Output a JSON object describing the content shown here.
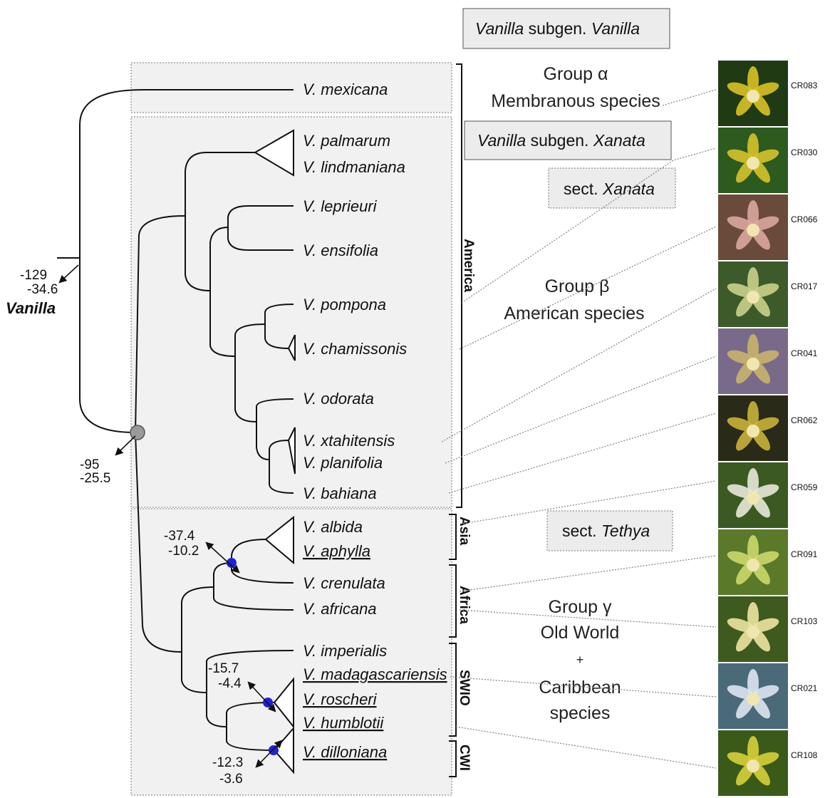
{
  "taxa": {
    "mexicana": "V. mexicana",
    "palmarum": "V. palmarum",
    "lindmaniana": "V. lindmaniana",
    "leprieuri": "V. leprieuri",
    "ensifolia": "V. ensifolia",
    "pompona": "V. pompona",
    "chamissonis": "V. chamissonis",
    "odorata": "V. odorata",
    "xtahitensis": "V. xtahitensis",
    "planifolia": "V. planifolia",
    "bahiana": "V. bahiana",
    "albida": "V. albida",
    "aphylla": "V. aphylla",
    "crenulata": "V. crenulata",
    "africana": "V. africana",
    "imperialis": "V. imperialis",
    "madagascariensis": "V. madagascariensis",
    "roscheri": "V. roscheri",
    "humblotii": "V. humblotii",
    "dilloniana": "V. dilloniana"
  },
  "genus_label": "Vanilla",
  "node_ages": {
    "root_a": "-129",
    "root_b": "-34.6",
    "crown_a": "-95",
    "crown_b": "-25.5",
    "asia_a": "-37.4",
    "asia_b": "-10.2",
    "swio_a": "-15.7",
    "swio_b": "-4.4",
    "cwi_a": "-12.3",
    "cwi_b": "-3.6"
  },
  "regions": {
    "america": "America",
    "asia": "Asia",
    "africa": "Africa",
    "swio": "SWIO",
    "cwi": "CWI"
  },
  "boxes": {
    "subgen_vanilla_italic": "Vanilla",
    "subgen_vanilla_mid": " subgen. ",
    "subgen_vanilla_end": "Vanilla",
    "subgen_xanata_italic": "Vanilla",
    "subgen_xanata_mid": " subgen. ",
    "subgen_xanata_end": "Xanata",
    "sect_xanata_pre": "sect. ",
    "sect_xanata_italic": "Xanata",
    "sect_tethya_pre": "sect. ",
    "sect_tethya_italic": "Tethya"
  },
  "groups": {
    "alpha_title": "Group α",
    "alpha_desc": "Membranous species",
    "beta_title": "Group β",
    "beta_desc": "American species",
    "gamma_title": "Group γ",
    "gamma_l1": "Old World",
    "gamma_l2": "+",
    "gamma_l3": "Caribbean",
    "gamma_l4": "species"
  },
  "photo_codes": [
    "CR083",
    "CR030",
    "CR066",
    "CR017",
    "CR041",
    "CR062",
    "CR059",
    "CR091",
    "CR103",
    "CR021",
    "CR108"
  ],
  "colors": {
    "node_grey": "#9a9a9a",
    "node_blue": "#1f22d6",
    "panel_bg": "#f1f1f1",
    "box_bg": "#ececec"
  }
}
